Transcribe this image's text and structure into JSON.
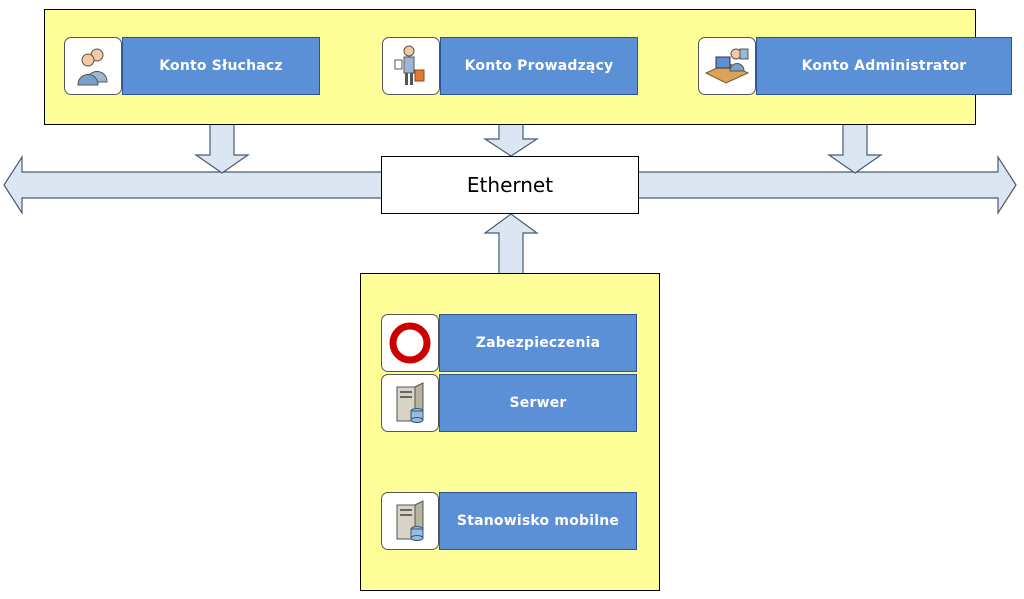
{
  "network": {
    "label": "Ethernet"
  },
  "top_accounts": [
    {
      "label": "Konto Słuchacz",
      "icon": "users-icon"
    },
    {
      "label": "Konto Prowadzący",
      "icon": "presenter-icon"
    },
    {
      "label": "Konto Administrator",
      "icon": "admin-workstation-icon"
    }
  ],
  "server_stack": [
    {
      "label": "Zabezpieczenia",
      "icon": "no-entry-icon"
    },
    {
      "label": "Serwer",
      "icon": "server-icon"
    },
    {
      "label": "Stanowisko mobilne",
      "icon": "server-icon"
    }
  ],
  "colors": {
    "panel_fill": "#ffff99",
    "node_fill": "#5b8fd6",
    "arrow_fill": "#dce6f2",
    "arrow_stroke": "#4a5a70",
    "security_red": "#cc0000"
  }
}
